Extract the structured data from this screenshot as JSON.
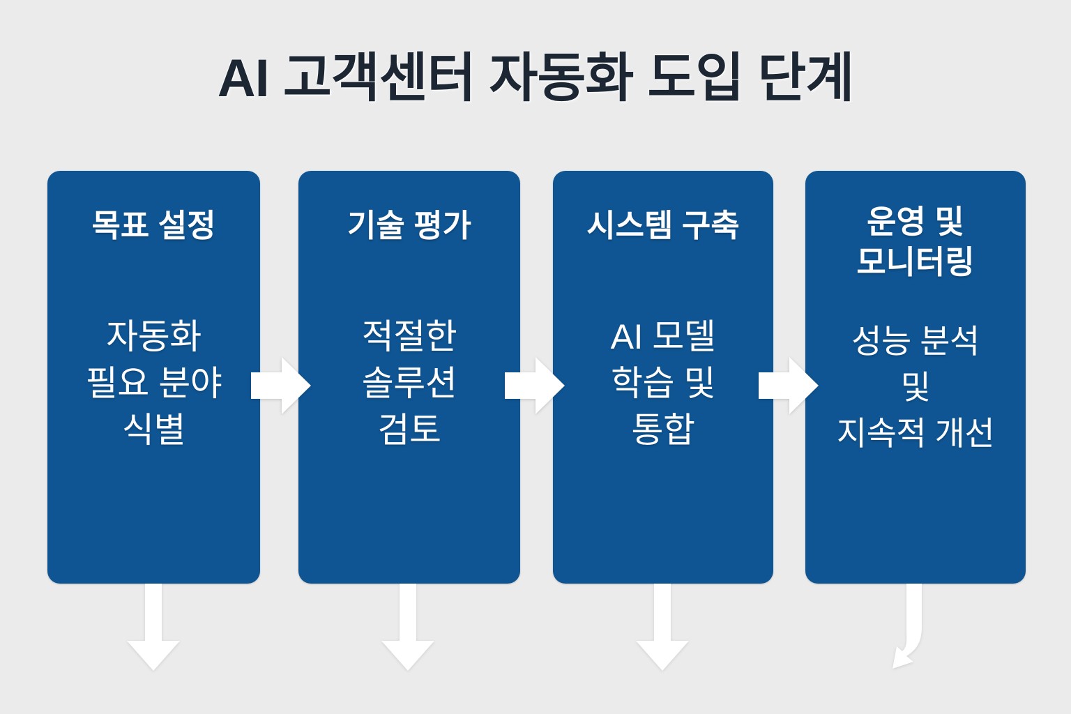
{
  "page": {
    "title": "AI 고객센터 자동화 도입 단계",
    "background_color": "#ebebeb",
    "title_color": "#1c2733",
    "box_color": "#0f5593",
    "arrow_color": "#ffffff",
    "box_text_color": "#ffffff"
  },
  "steps": [
    {
      "index": "1",
      "header": "목표 설정",
      "body": "자동화\n필요 분야\n식별",
      "down_arrow": "down-arrow-icon"
    },
    {
      "index": "2",
      "header": "기술 평가",
      "body": "적절한\n솔루션\n검토",
      "down_arrow": "down-arrow-icon"
    },
    {
      "index": "3",
      "header": "시스템 구축",
      "body": "AI 모델\n학습 및\n통합",
      "down_arrow": "down-arrow-icon"
    },
    {
      "index": "4",
      "header": "운영 및\n모니터링",
      "body": "성능 분석\n및\n지속적 개선",
      "down_arrow": "curved-hook-arrow-icon"
    }
  ],
  "connectors": [
    {
      "from": "목표 설정",
      "to": "기술 평가",
      "icon": "right-arrow-icon"
    },
    {
      "from": "기술 평가",
      "to": "시스템 구축",
      "icon": "right-arrow-icon"
    },
    {
      "from": "시스템 구축",
      "to": "운영 및 모니터링",
      "icon": "right-arrow-icon"
    }
  ]
}
